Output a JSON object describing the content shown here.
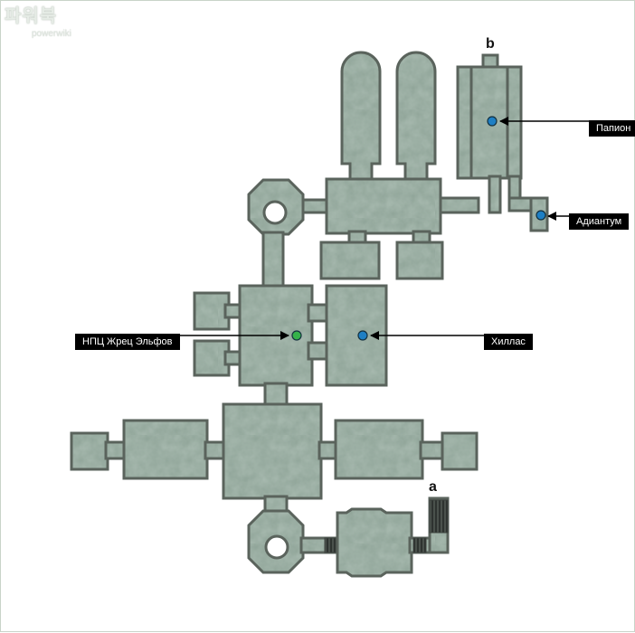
{
  "watermark": {
    "main": "파워북",
    "sub": "powerwiki"
  },
  "exits": {
    "a": "a",
    "b": "b"
  },
  "labels": {
    "papion": "Папион",
    "adiantum": "Адиантум",
    "npc_priest": "НПЦ Жрец Эльфов",
    "hillas": "Хиллас"
  },
  "colors": {
    "floor": "#8ea397",
    "wall": "#5a635c",
    "npc_marker": "#35b24a",
    "monster_marker": "#1e7fc4",
    "callout_bg": "#000000",
    "callout_text": "#ffffff"
  }
}
